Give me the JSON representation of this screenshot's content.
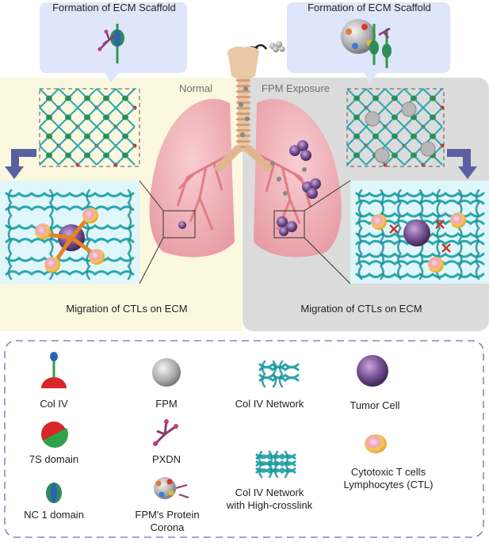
{
  "top_left_bubble": {
    "title": "Formation of ECM Scaffold"
  },
  "top_right_bubble": {
    "title": "Formation of ECM Scaffold"
  },
  "panel_normal": {
    "label": "Normal",
    "caption": "Migration of CTLs on ECM"
  },
  "panel_fpm": {
    "label": "FPM Exposure",
    "caption": "Migration of CTLs on ECM"
  },
  "legend": {
    "col4": "Col IV",
    "fpm": "FPM",
    "col4_network": "Col IV Network",
    "tumor_cell": "Tumor Cell",
    "domain_7s": "7S domain",
    "pxdn": "PXDN",
    "col4_network_high_line1": "Col IV Network",
    "col4_network_high_line2": "with High-crosslink",
    "ctl_line1": "Cytotoxic T cells",
    "ctl_line2": "Lymphocytes (CTL)",
    "nc1": "NC 1 domain",
    "corona_line1": "FPM's Protein",
    "corona_line2": "Corona"
  },
  "colors": {
    "normal_bg": "#fbf8df",
    "fpm_bg": "#dcdcdc",
    "bubble": "#dfe6fb",
    "inset": "#dff6fb",
    "network": "#2aa7ad",
    "lung": "#f2b6bd",
    "trachea": "#e7c5a9",
    "tumor": "#6b4a86",
    "arrow": "#5a5fa0"
  }
}
